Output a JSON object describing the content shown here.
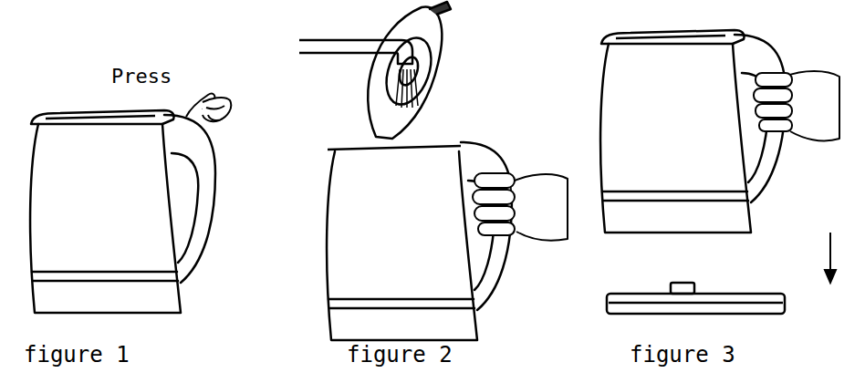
{
  "diagram": {
    "labels": [
      "Press",
      "figure 1",
      "figure 2",
      "figure 3"
    ]
  }
}
